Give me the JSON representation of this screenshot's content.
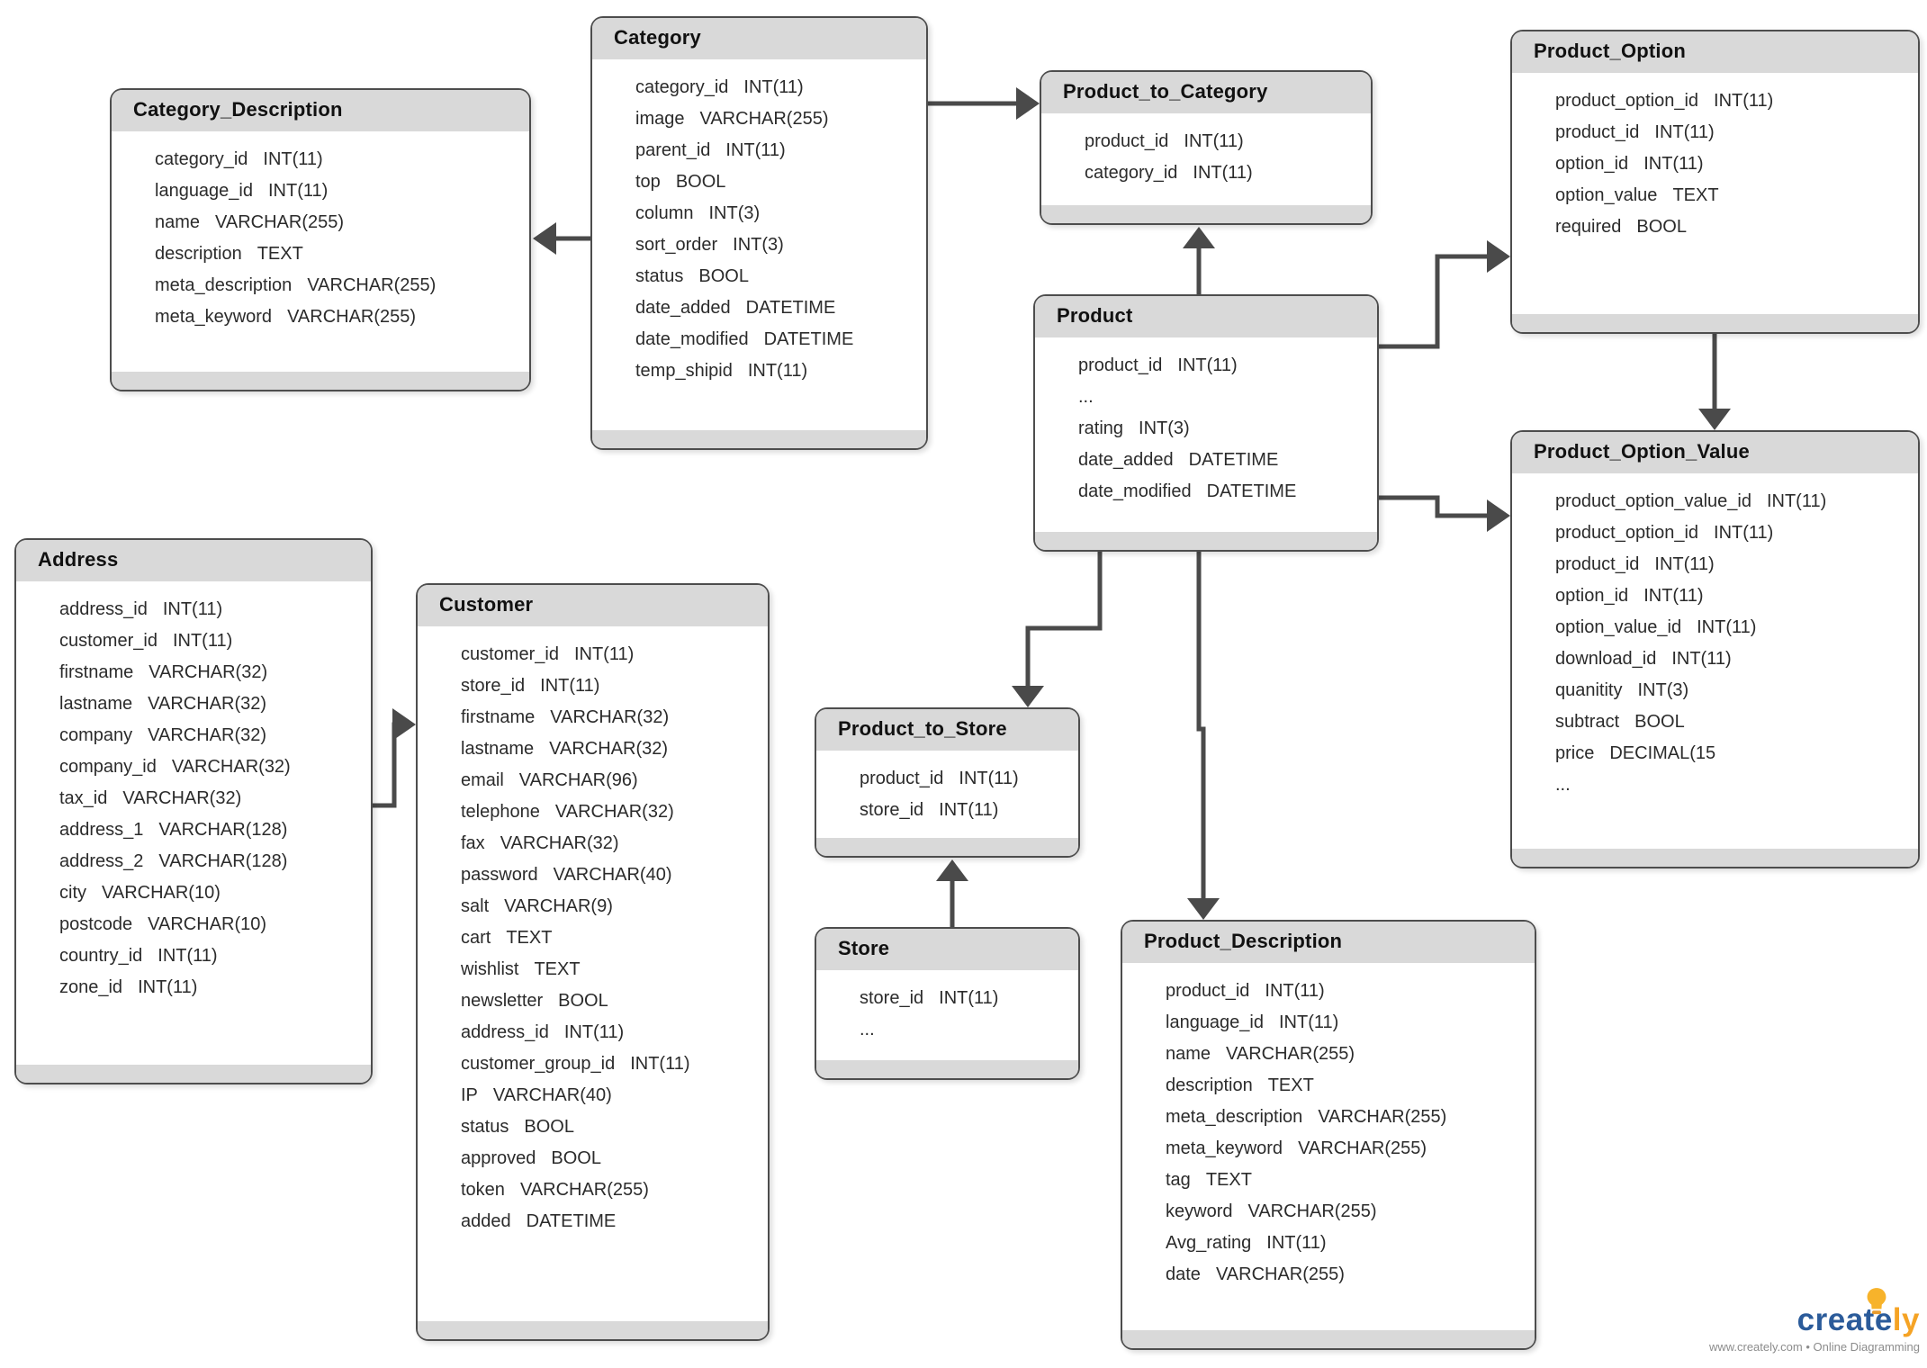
{
  "tables": [
    {
      "title": "Category_Description",
      "fields": [
        {
          "n": "category_id",
          "t": "INT(11)"
        },
        {
          "n": "language_id",
          "t": "INT(11)"
        },
        {
          "n": "name",
          "t": "VARCHAR(255)"
        },
        {
          "n": "description",
          "t": "TEXT"
        },
        {
          "n": "meta_description",
          "t": "VARCHAR(255)"
        },
        {
          "n": "meta_keyword",
          "t": "VARCHAR(255)"
        }
      ]
    },
    {
      "title": "Category",
      "fields": [
        {
          "n": "category_id",
          "t": "INT(11)"
        },
        {
          "n": "image",
          "t": "VARCHAR(255)"
        },
        {
          "n": "parent_id",
          "t": "INT(11)"
        },
        {
          "n": "top",
          "t": "BOOL"
        },
        {
          "n": "column",
          "t": "INT(3)"
        },
        {
          "n": "sort_order",
          "t": "INT(3)"
        },
        {
          "n": "status",
          "t": "BOOL"
        },
        {
          "n": "date_added",
          "t": "DATETIME"
        },
        {
          "n": "date_modified",
          "t": "DATETIME"
        },
        {
          "n": "temp_shipid",
          "t": "INT(11)"
        }
      ]
    },
    {
      "title": "Product_to_Category",
      "fields": [
        {
          "n": "product_id",
          "t": "INT(11)"
        },
        {
          "n": "category_id",
          "t": "INT(11)"
        }
      ]
    },
    {
      "title": "Product_Option",
      "fields": [
        {
          "n": "product_option_id",
          "t": "INT(11)"
        },
        {
          "n": "product_id",
          "t": "INT(11)"
        },
        {
          "n": "option_id",
          "t": "INT(11)"
        },
        {
          "n": "option_value",
          "t": "TEXT"
        },
        {
          "n": "required",
          "t": "BOOL"
        }
      ]
    },
    {
      "title": "Product",
      "fields": [
        {
          "n": "product_id",
          "t": "INT(11)"
        },
        {
          "n": "...",
          "t": ""
        },
        {
          "n": "rating",
          "t": "INT(3)"
        },
        {
          "n": "date_added",
          "t": "DATETIME"
        },
        {
          "n": "date_modified",
          "t": "DATETIME"
        }
      ]
    },
    {
      "title": "Product_Option_Value",
      "fields": [
        {
          "n": "product_option_value_id",
          "t": "INT(11)"
        },
        {
          "n": "product_option_id",
          "t": "INT(11)"
        },
        {
          "n": "product_id",
          "t": "INT(11)"
        },
        {
          "n": "option_id",
          "t": "INT(11)"
        },
        {
          "n": "option_value_id",
          "t": "INT(11)"
        },
        {
          "n": "download_id",
          "t": "INT(11)"
        },
        {
          "n": "quanitity",
          "t": "INT(3)"
        },
        {
          "n": "subtract",
          "t": "BOOL"
        },
        {
          "n": "price",
          "t": "DECIMAL(15"
        },
        {
          "n": "...",
          "t": ""
        }
      ]
    },
    {
      "title": "Address",
      "fields": [
        {
          "n": "address_id",
          "t": "INT(11)"
        },
        {
          "n": "customer_id",
          "t": "INT(11)"
        },
        {
          "n": "firstname",
          "t": "VARCHAR(32)"
        },
        {
          "n": "lastname",
          "t": "VARCHAR(32)"
        },
        {
          "n": "company",
          "t": "VARCHAR(32)"
        },
        {
          "n": "company_id",
          "t": "VARCHAR(32)"
        },
        {
          "n": "tax_id",
          "t": "VARCHAR(32)"
        },
        {
          "n": "address_1",
          "t": "VARCHAR(128)"
        },
        {
          "n": "address_2",
          "t": "VARCHAR(128)"
        },
        {
          "n": "city",
          "t": "VARCHAR(10)"
        },
        {
          "n": "postcode",
          "t": "VARCHAR(10)"
        },
        {
          "n": "country_id",
          "t": "INT(11)"
        },
        {
          "n": "zone_id",
          "t": "INT(11)"
        }
      ]
    },
    {
      "title": "Customer",
      "fields": [
        {
          "n": "customer_id",
          "t": "INT(11)"
        },
        {
          "n": "store_id",
          "t": "INT(11)"
        },
        {
          "n": "firstname",
          "t": "VARCHAR(32)"
        },
        {
          "n": "lastname",
          "t": "VARCHAR(32)"
        },
        {
          "n": "email",
          "t": "VARCHAR(96)"
        },
        {
          "n": "telephone",
          "t": "VARCHAR(32)"
        },
        {
          "n": "fax",
          "t": "VARCHAR(32)"
        },
        {
          "n": "password",
          "t": "VARCHAR(40)"
        },
        {
          "n": "salt",
          "t": "VARCHAR(9)"
        },
        {
          "n": "cart",
          "t": "TEXT"
        },
        {
          "n": "wishlist",
          "t": "TEXT"
        },
        {
          "n": "newsletter",
          "t": "BOOL"
        },
        {
          "n": "address_id",
          "t": "INT(11)"
        },
        {
          "n": "customer_group_id",
          "t": "INT(11)"
        },
        {
          "n": "IP",
          "t": "VARCHAR(40)"
        },
        {
          "n": "status",
          "t": "BOOL"
        },
        {
          "n": "approved",
          "t": "BOOL"
        },
        {
          "n": "token",
          "t": "VARCHAR(255)"
        },
        {
          "n": "added",
          "t": "DATETIME"
        }
      ]
    },
    {
      "title": "Product_to_Store",
      "fields": [
        {
          "n": "product_id",
          "t": "INT(11)"
        },
        {
          "n": "store_id",
          "t": "INT(11)"
        }
      ]
    },
    {
      "title": "Store",
      "fields": [
        {
          "n": "store_id",
          "t": "INT(11)"
        },
        {
          "n": "...",
          "t": ""
        }
      ]
    },
    {
      "title": "Product_Description",
      "fields": [
        {
          "n": "product_id",
          "t": "INT(11)"
        },
        {
          "n": "language_id",
          "t": "INT(11)"
        },
        {
          "n": "name",
          "t": "VARCHAR(255)"
        },
        {
          "n": "description",
          "t": "TEXT"
        },
        {
          "n": "meta_description",
          "t": "VARCHAR(255)"
        },
        {
          "n": "meta_keyword",
          "t": "VARCHAR(255)"
        },
        {
          "n": "tag",
          "t": "TEXT"
        },
        {
          "n": "keyword",
          "t": "VARCHAR(255)"
        },
        {
          "n": "Avg_rating",
          "t": "INT(11)"
        },
        {
          "n": "date",
          "t": "VARCHAR(255)"
        }
      ]
    }
  ],
  "watermark": {
    "brand_create": "create",
    "brand_ly": "ly",
    "tagline": "www.creately.com • Online Diagramming",
    "brand_blue": "#2b5b9a",
    "brand_orange": "#f5a325",
    "bulb_yellow": "#f7b32b"
  },
  "style": {
    "box_border": "#4d4d4d",
    "header_fill": "#d9d9d9",
    "connector": "#4a4a4a",
    "background": "#ffffff"
  }
}
